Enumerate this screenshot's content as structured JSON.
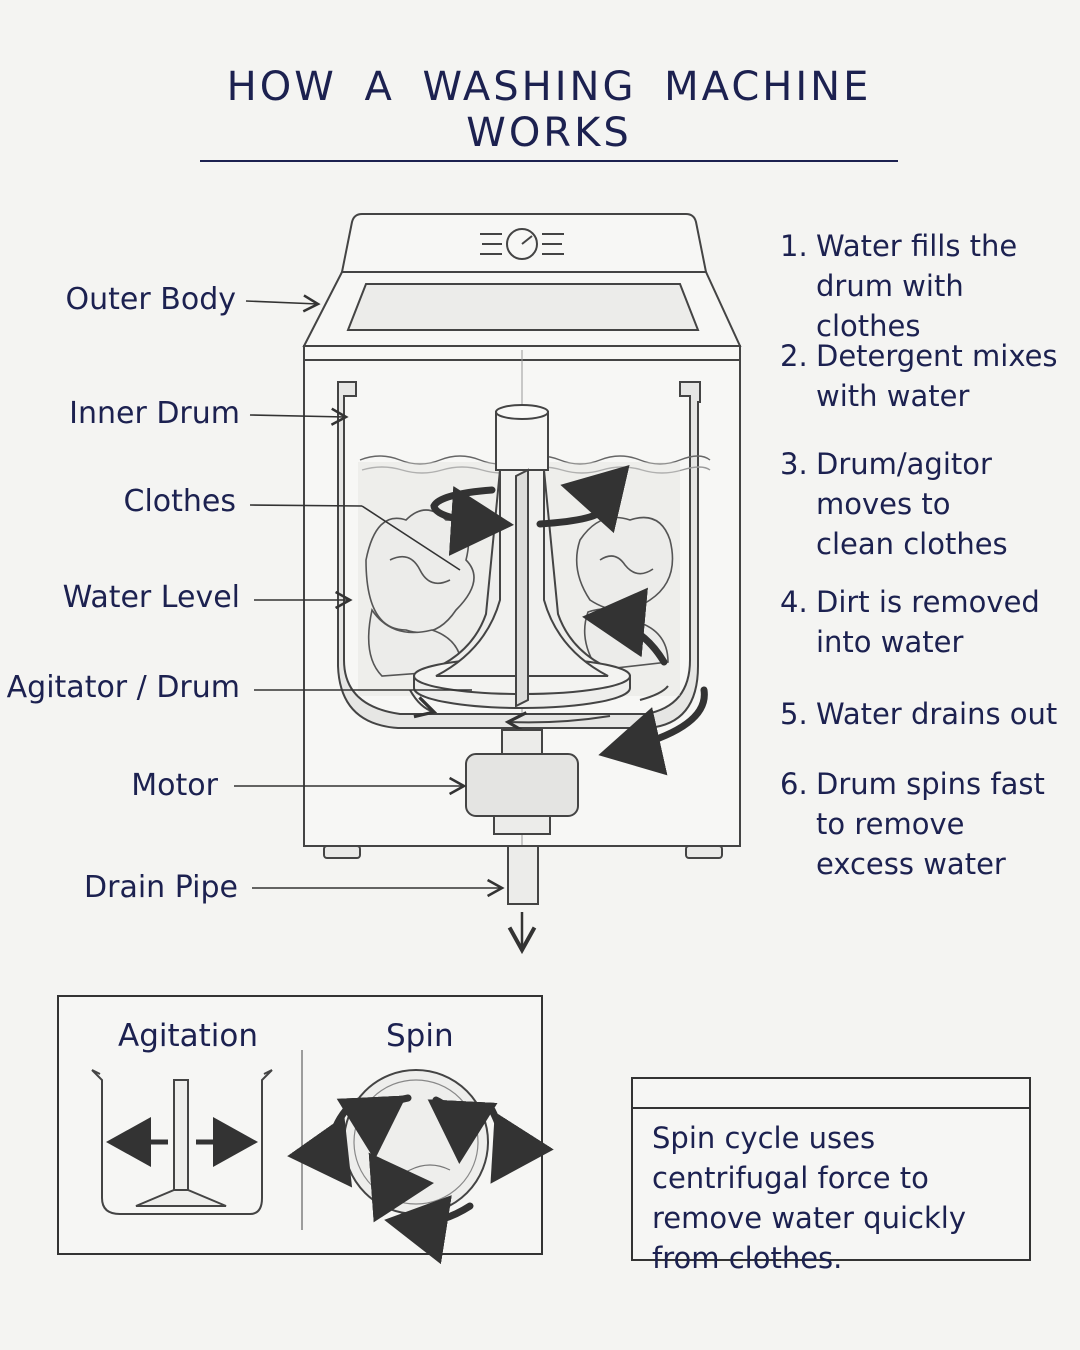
{
  "title": "HOW A WASHING MACHINE WORKS",
  "labels": {
    "outer_body": "Outer Body",
    "inner_drum": "Inner Drum",
    "clothes": "Clothes",
    "water_level": "Water Level",
    "agitator_drum": "Agitator / Drum",
    "motor": "Motor",
    "drain_pipe": "Drain Pipe"
  },
  "steps": [
    {
      "num": "1.",
      "text": "Water fills the drum with clothes"
    },
    {
      "num": "2.",
      "text": "Detergent mixes with water"
    },
    {
      "num": "3.",
      "text": "Drum/agitor moves to clean clothes"
    },
    {
      "num": "4.",
      "text": "Dirt is removed into water"
    },
    {
      "num": "5.",
      "text": "Water drains out"
    },
    {
      "num": "6.",
      "text": "Drum spins fast to remove excess water"
    }
  ],
  "insets": {
    "agitation": "Agitation",
    "spin": "Spin"
  },
  "note": "Spin cycle uses centrifugal force to remove water quickly from clothes.",
  "colors": {
    "ink": "#1c2150",
    "pencil": "#4a4a4a",
    "paper": "#f4f4f2"
  }
}
